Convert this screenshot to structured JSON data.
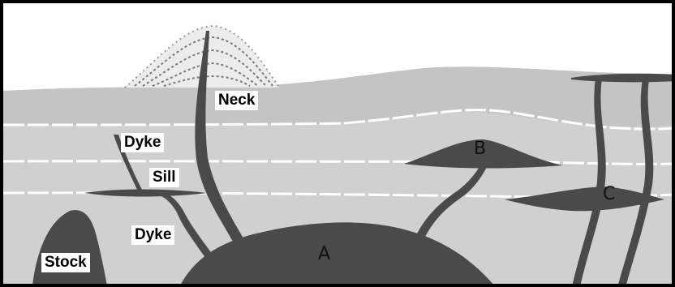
{
  "labels": {
    "neck": "Neck",
    "dyke_upper": "Dyke",
    "sill": "Sill",
    "dyke_lower": "Dyke",
    "stock": "Stock"
  },
  "markers": {
    "a": "A",
    "b": "B",
    "c": "C"
  },
  "colors": {
    "background": "#ffffff",
    "surface_layer": "#c6c6c6",
    "rock_layer": "#d0d0d0",
    "bedding_line": "#ffffff",
    "intrusion": "#4a4a4a",
    "label_background": "#ffffff",
    "border": "#000000"
  }
}
